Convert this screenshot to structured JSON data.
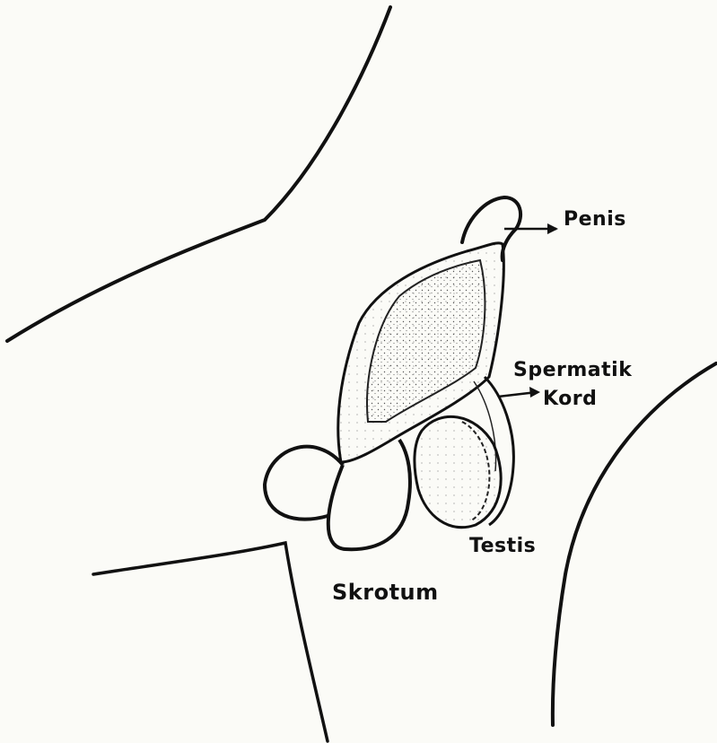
{
  "labels": {
    "penis": "Penis",
    "spermatic_cord_line1": "Spermatik",
    "spermatic_cord_line2": "Kord",
    "testis": "Testis",
    "scrotum": "Skrotum"
  },
  "colors": {
    "ink": "#111111",
    "paper": "#fbfbf7"
  }
}
